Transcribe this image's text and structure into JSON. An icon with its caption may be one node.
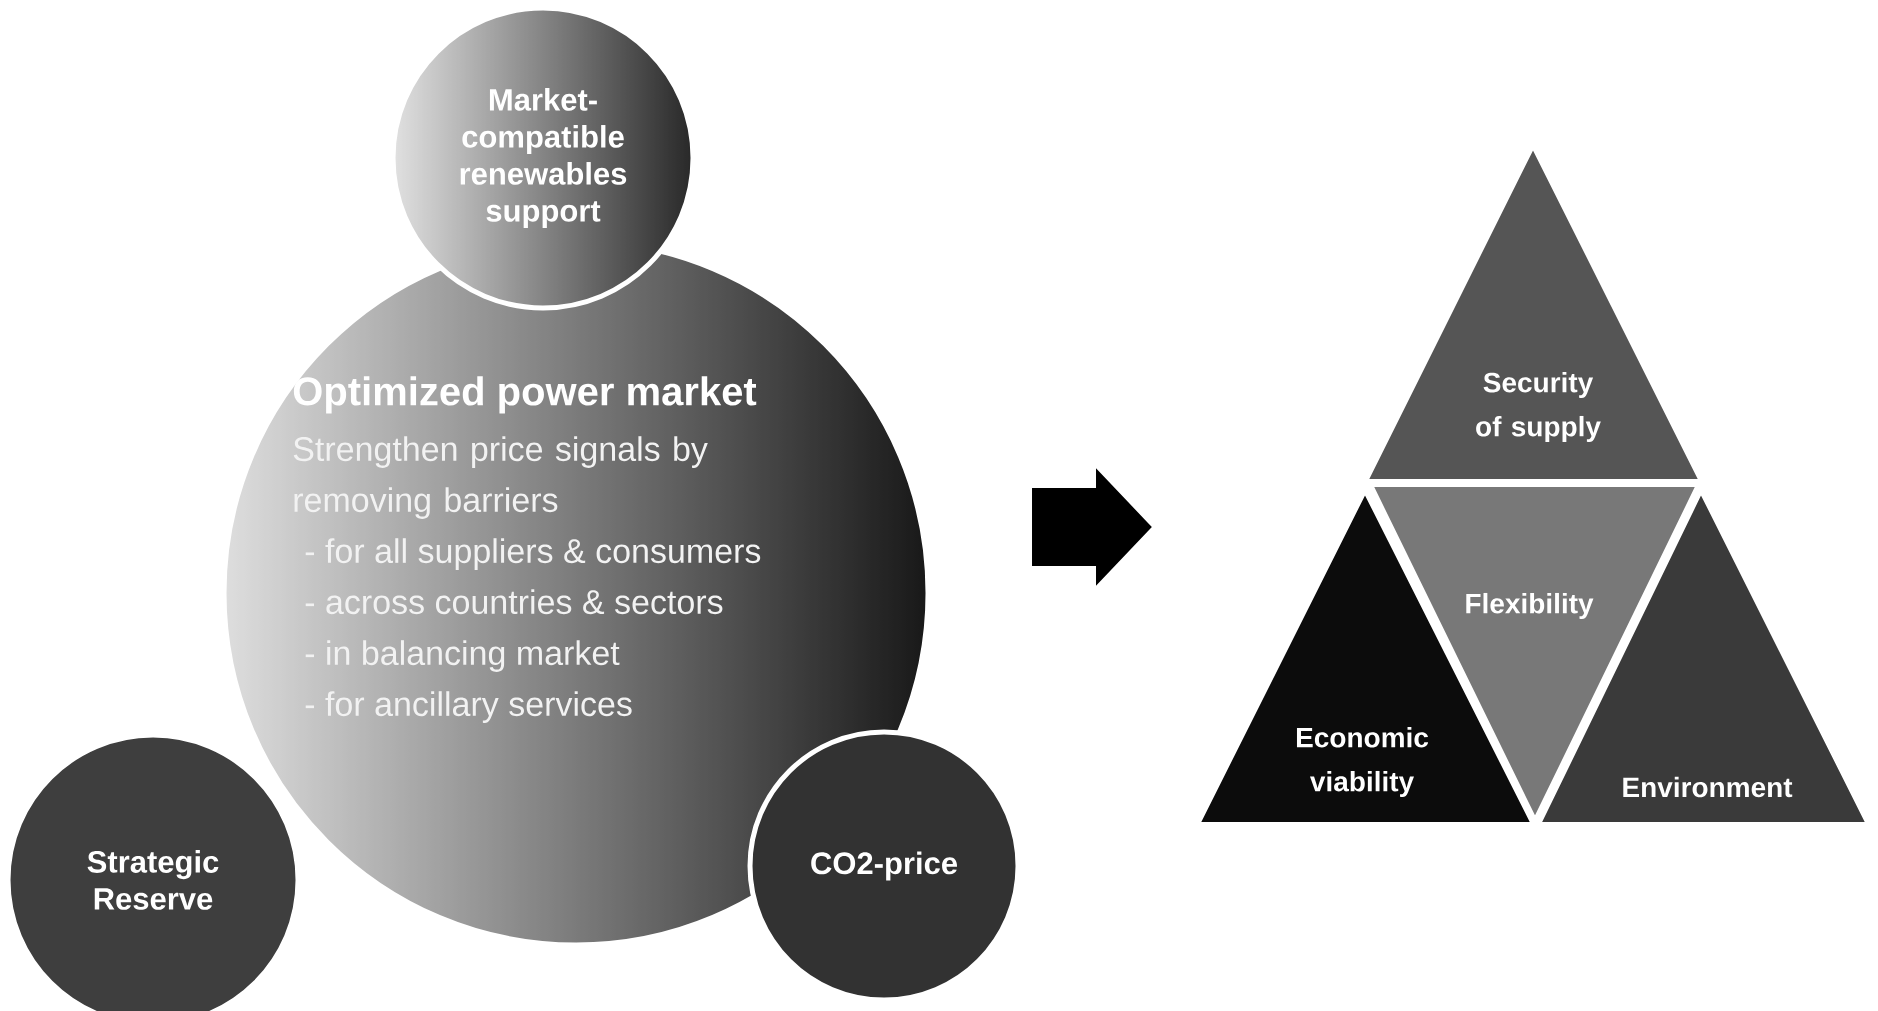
{
  "diagram": {
    "nodes": [
      {
        "text": [
          "Optimized power market",
          "Strengthen price signals by removing barriers",
          "- for all suppliers & consumers",
          "- across countries & sectors",
          "- in balancing market",
          "- for ancillary services"
        ]
      },
      {
        "text": [
          "Market-compatible renewables support"
        ]
      },
      {
        "text": [
          "Strategic Reserve"
        ]
      },
      {
        "text": [
          "CO2-price"
        ]
      },
      {
        "text": [
          "Security of supply"
        ]
      },
      {
        "text": [
          "Economic viability"
        ]
      },
      {
        "text": [
          "Flexibility"
        ]
      },
      {
        "text": [
          "Environment"
        ]
      }
    ]
  }
}
